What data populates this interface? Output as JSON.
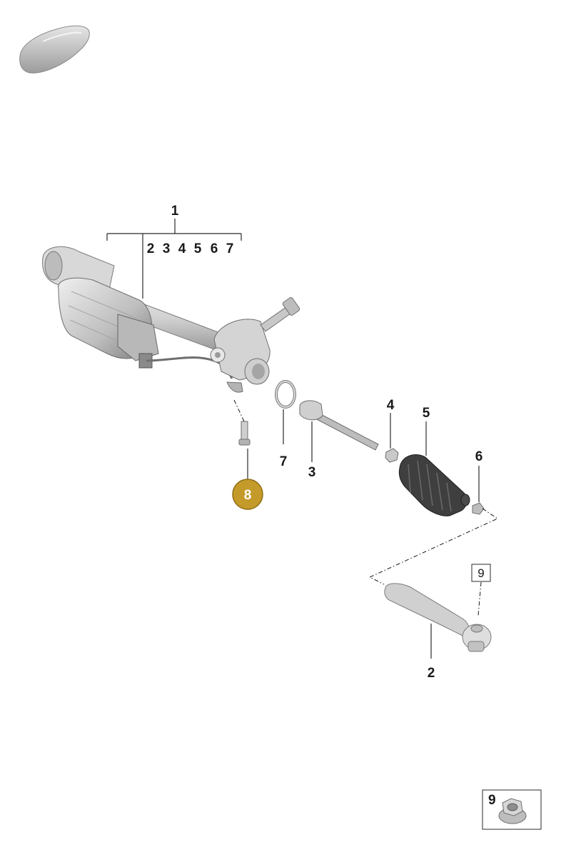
{
  "callouts": {
    "assembly": "1",
    "subparts": [
      "2",
      "3",
      "4",
      "5",
      "6",
      "7"
    ],
    "tie_rod_end": "2",
    "inner_tie_rod": "3",
    "nut": "4",
    "boot": "5",
    "clamp": "6",
    "ring": "7",
    "bolt_badge": "8",
    "nut_ref_boxed": "9",
    "detail_box_label": "9"
  },
  "colors": {
    "badge_fill": "#c49a2a",
    "badge_stroke": "#8f6e15",
    "part_light": "#e6e6e6",
    "part_mid": "#c4c4c4",
    "part_dark": "#8c8c8c",
    "line": "#2a2a2a"
  },
  "icons": {
    "vehicle_silhouette": "car-silhouette-icon",
    "detail_nut": "flange-nut-icon"
  }
}
